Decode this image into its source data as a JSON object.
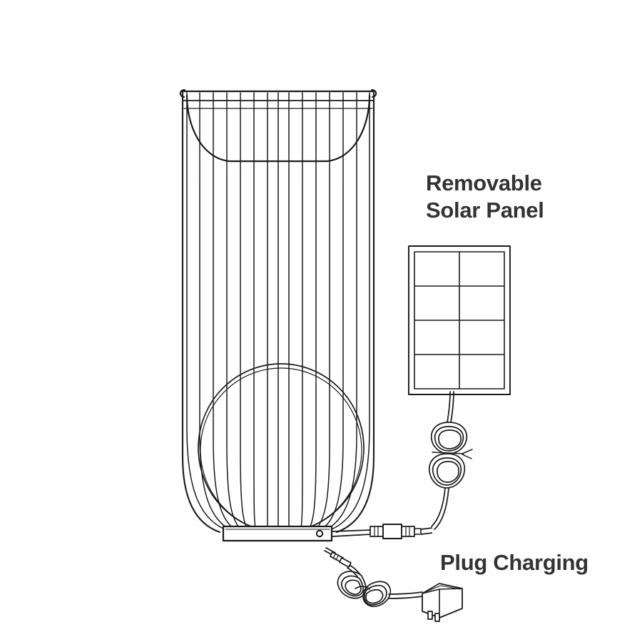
{
  "figure": {
    "title": "Solar Lantern Charging Diagram",
    "background_color": "#ffffff",
    "line_color": "#1a1a1a",
    "text_color": "#333333"
  },
  "labels": {
    "solar_panel": {
      "line1": "Removable",
      "line2": "Solar Panel"
    },
    "plug_charging": {
      "text": "Plug Charging"
    }
  },
  "components": {
    "lantern": {
      "name": "wire-cage-lantern",
      "rib_count": 15,
      "top_rim_rings": 2,
      "has_inner_bowl_curve": true,
      "has_globe_bulb": true,
      "base_plate": {
        "name": "base-plate",
        "has_cable_port": true
      }
    },
    "solar_panel": {
      "name": "solar-panel",
      "cell_columns": 2,
      "cell_rows": 4,
      "cell_count": 8,
      "has_frame": true
    },
    "panel_cable": {
      "name": "panel-cable",
      "has_figure_eight_coil": true,
      "has_tie_wrap": true
    },
    "barrel_connector": {
      "name": "barrel-connector",
      "joins": [
        "panel-cable",
        "lantern-cable"
      ]
    },
    "wall_charger": {
      "name": "wall-charger-plug",
      "has_figure_eight_coil": true,
      "has_dc_barrel_plug": true,
      "prong_count": 2
    }
  }
}
